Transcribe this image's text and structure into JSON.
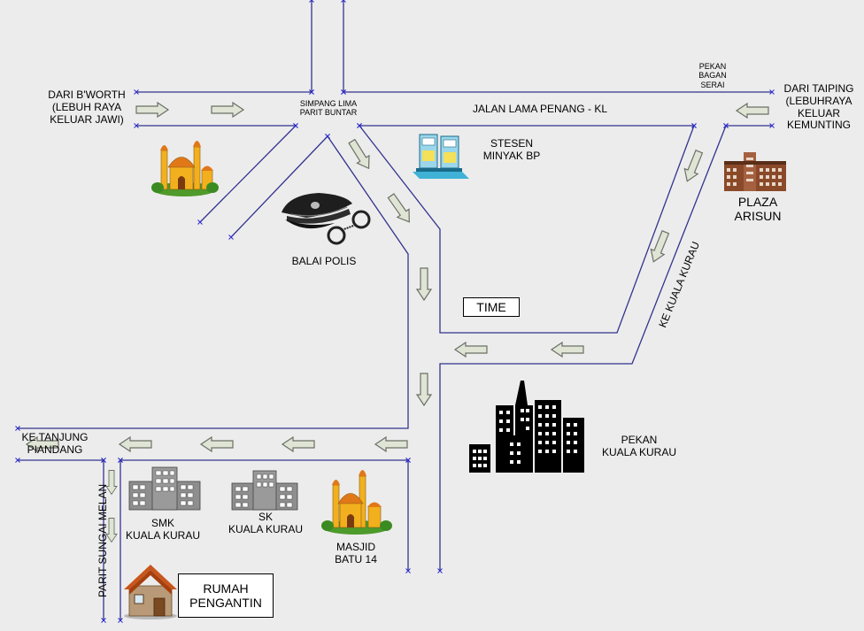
{
  "labels": {
    "dari_bworth": "DARI B'WORTH\n(LEBUH RAYA\nKELUAR JAWI)",
    "simpang_lima": "SIMPANG LIMA\nPARIT BUNTAR",
    "pekan_bagan": "PEKAN\nBAGAN\nSERAI",
    "dari_taiping": "DARI TAIPING\n(LEBUHRAYA\nKELUAR\nKEMUNTING",
    "jalan_lama": "JALAN LAMA PENANG - KL",
    "stesen": "STESEN\nMINYAK BP",
    "plaza": "PLAZA\nARISUN",
    "balai_polis": "BALAI POLIS",
    "ke_kuala_kurau": "KE KUALA KURAU",
    "time": "TIME",
    "pekan_kuala_kurau": "PEKAN\nKUALA KURAU",
    "ke_tanjung": "KE TANJUNG\nPIANDANG",
    "parit_sungai": "PARIT SUNGAI MELAN",
    "smk": "SMK\nKUALA KURAU",
    "sk": "SK\nKUALA KURAU",
    "masjid": "MASJID\nBATU 14",
    "rumah": "RUMAH\nPENGANTIN"
  },
  "colors": {
    "background": "#ececec",
    "road": "#33338f",
    "arrow_fill": "#dfe4d4",
    "arrow_stroke": "#6a7066",
    "mosque_gold": "#f2b01e",
    "mosque_dome": "#e07818",
    "grass": "#4e9a2a"
  },
  "icons": [
    "mosque-icon",
    "police-cap-icon",
    "handcuffs-icon",
    "petrol-pump-icon",
    "plaza-building-icon",
    "skyscrapers-icon",
    "school-building-icon",
    "house-icon",
    "direction-arrow-icon"
  ]
}
